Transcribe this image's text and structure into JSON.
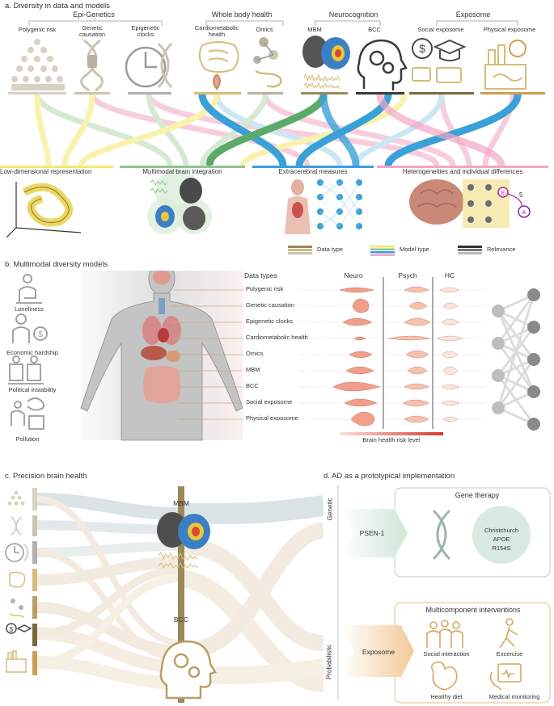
{
  "panel_a": {
    "title": "a. Diversity in data and models",
    "groups": [
      "Epi-Genetics",
      "Whole body health",
      "Neurocognition",
      "Exposome"
    ],
    "data_types": [
      "Polygenic risk",
      "Genetic causation",
      "Epigenetic clocks",
      "Cardiometabolic health",
      "Omics",
      "MBM",
      "BCC",
      "Social exposome",
      "Physical exposome"
    ],
    "models": [
      "Low-dimensional representation",
      "Multimodal brain integration",
      "Extracerebral measures",
      "Heterogeneities and individual differences"
    ],
    "legend": [
      "Data type",
      "Model type",
      "Relevance"
    ],
    "annotation_number": "5",
    "node_labels": [
      "E",
      "A"
    ]
  },
  "panel_b": {
    "title": "b. Multimodal diversity models",
    "exposures": [
      "Loneliness",
      "Economic hardship",
      "Political instability",
      "Pollution"
    ],
    "header": "Data types",
    "columns": [
      "Neuro",
      "Psych",
      "HC"
    ],
    "rows": [
      "Polygenic risk",
      "Genetic causation",
      "Epigenetic clocks",
      "Cardiometabolic health",
      "Omics",
      "MBM",
      "BCC",
      "Social exposome",
      "Physical exposome"
    ],
    "scale_label": "Brain health risk level"
  },
  "panel_c": {
    "title": "c. Precision brain health",
    "nodes": [
      "MBM",
      "BCC"
    ]
  },
  "panel_d": {
    "title": "d. AD as a prototypical implementation",
    "genetic": {
      "side_label": "Genetic",
      "box_title": "Gene therapy",
      "arrow_label": "PSEN-1",
      "circle_lines": [
        "Christchurch",
        "APOE",
        "R154S"
      ]
    },
    "probabilistic": {
      "side_label": "Probabilistic",
      "box_title": "Multicomponent interventions",
      "arrow_label": "Exposome",
      "items": [
        "Social interaction",
        "Excercise",
        "Healthy diet",
        "Medical monitoring"
      ]
    }
  },
  "colors": {
    "data_tan": "#b8a06a",
    "model_yellow": "#f5e86a",
    "model_green": "#8fc48f",
    "model_blue": "#3aa0d8",
    "model_pink": "#f2a6c4",
    "ad_green": "#cfe6d8",
    "ad_orange": "#f4c898"
  }
}
